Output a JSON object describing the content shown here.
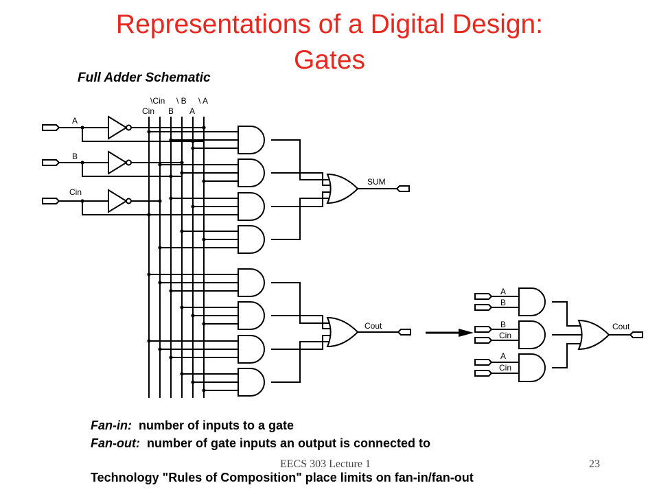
{
  "slide": {
    "title_line1": "Representations of a Digital Design:",
    "title_line2": "Gates",
    "subtitle": "Full Adder Schematic",
    "title_color": "#e8271f"
  },
  "schematic": {
    "bus_labels_top": [
      "\\Cin",
      "\\ B",
      "\\ A"
    ],
    "bus_labels_bottom": [
      "Cin",
      "B",
      "A"
    ],
    "inputs": [
      "A",
      "B",
      "Cin"
    ],
    "outputs": [
      "SUM",
      "Cout"
    ]
  },
  "simplified": {
    "gate_inputs": [
      [
        "A",
        "B"
      ],
      [
        "B",
        "Cin"
      ],
      [
        "A",
        "Cin"
      ]
    ],
    "output": "Cout"
  },
  "text": {
    "fanin_term": "Fan-in:",
    "fanin_def": "  number of inputs to a gate",
    "fanout_term": "Fan-out:",
    "fanout_def": "  number of gate inputs an output is connected to",
    "technology": "Technology \"Rules of Composition\" place limits on fan-in/fan-out"
  },
  "footer": {
    "left": "EECS 303 Lecture 1",
    "right": "23"
  }
}
